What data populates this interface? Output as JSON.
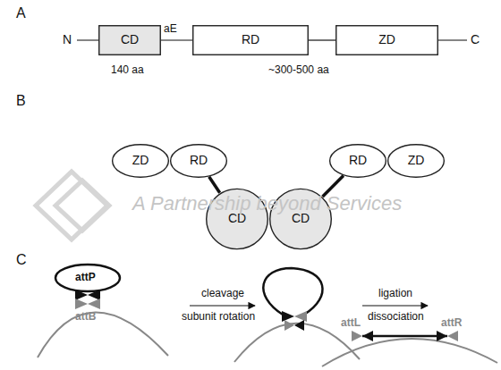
{
  "diagram": {
    "nodes": [
      {
        "text": [
          "CD"
        ]
      },
      {
        "text": [
          "RD"
        ]
      },
      {
        "text": [
          "ZD"
        ]
      },
      {
        "text": [
          "ZD"
        ]
      },
      {
        "text": [
          "RD"
        ]
      },
      {
        "text": [
          "CD"
        ]
      },
      {
        "text": [
          "CD"
        ]
      },
      {
        "text": [
          "RD"
        ]
      },
      {
        "text": [
          "ZD"
        ]
      }
    ],
    "edges": [
      {
        "from": 0,
        "to": 1,
        "label": "aE",
        "arrow": "none"
      },
      {
        "from": 1,
        "to": 2,
        "arrow": "none"
      },
      {
        "from": 4,
        "to": 5,
        "arrow": "none"
      },
      {
        "from": 7,
        "to": 6,
        "arrow": "none"
      }
    ],
    "labels": [
      "A",
      "N",
      "C",
      "140 aa",
      "~300-500 aa",
      "B",
      "A Partnership beyond Services",
      "C",
      "attP",
      "attB",
      "cleavage",
      "subunit rotation",
      "ligation",
      "dissociation",
      "attL",
      "attR"
    ]
  }
}
